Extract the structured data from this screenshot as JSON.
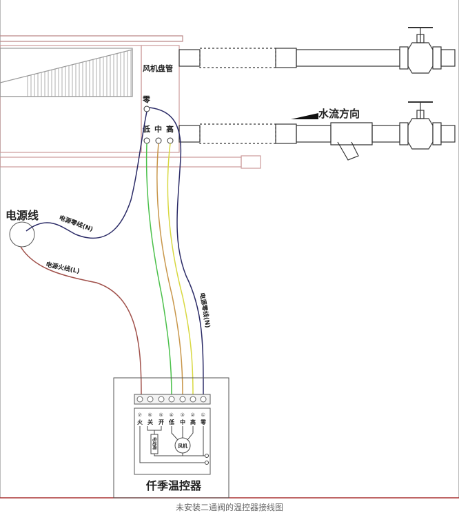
{
  "fan_coil": {
    "label": "风机盘管",
    "terminal_neutral": "零",
    "terminal_low": "低",
    "terminal_mid": "中",
    "terminal_high": "高"
  },
  "flow_direction": "水流方向",
  "power": {
    "label": "电源线",
    "neutral_wire": "电源零线(N)",
    "live_wire": "电源火线(L)",
    "neutral_wire_2": "电源零线(N)"
  },
  "controller": {
    "title": "仟季温控器",
    "terminal_numbers": [
      "⑦",
      "⑥",
      "⑤",
      "④",
      "③",
      "②",
      "①"
    ],
    "terminal_labels": [
      "火",
      "关",
      "开",
      "低",
      "中",
      "高",
      "零"
    ],
    "valve_label": "电动阀",
    "fan_label": "风机"
  },
  "wire_colors": {
    "live": "#a0504a",
    "neutral": "#2a2a66",
    "low": "#4ac04a",
    "mid": "#c8964a",
    "high": "#d8d840"
  },
  "caption": "未安装二通阀的温控器接线图"
}
